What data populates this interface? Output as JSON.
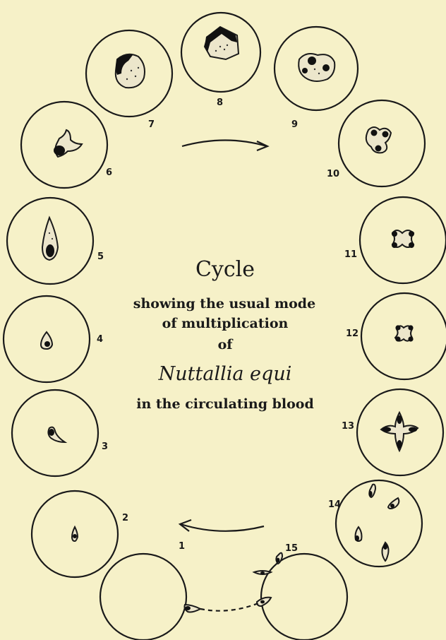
{
  "stage_labels": [
    "1",
    "2",
    "3",
    "4",
    "5",
    "6",
    "7",
    "8",
    "9",
    "10",
    "11",
    "12",
    "13",
    "14",
    "15"
  ],
  "caption": {
    "title": "Cycle",
    "line1": "showing the usual mode",
    "line2": "of multiplication",
    "line3": "of",
    "species": "Nuttallia equi",
    "line4": "in the circulating blood"
  }
}
